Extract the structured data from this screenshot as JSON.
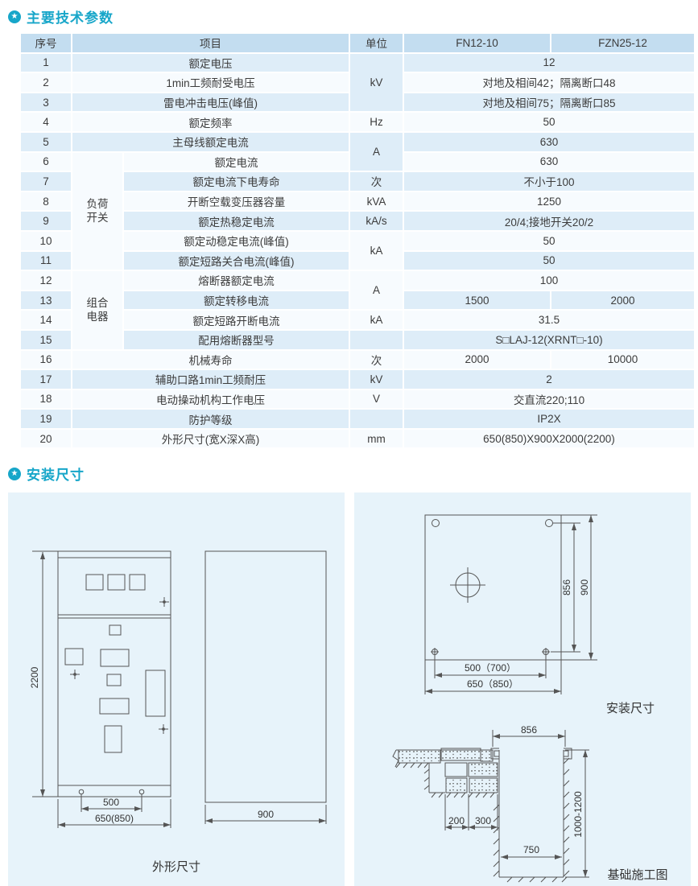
{
  "sections": {
    "params_title": "主要技术参数",
    "install_title": "安装尺寸",
    "badge_glyph": "★"
  },
  "colors": {
    "accent": "#17a6c9",
    "table_header_bg": "#c3ddf0",
    "row_odd_bg": "#deedf8",
    "row_even_bg": "#f7fbfe",
    "panel_bg": "#e7f3fa",
    "drawing_line": "#555555"
  },
  "table": {
    "headers": {
      "no": "序号",
      "item": "项目",
      "unit": "单位",
      "model1": "FN12-10",
      "model2": "FZN25-12"
    },
    "rows": [
      {
        "no": "1",
        "item": "额定电压",
        "unit": "kV",
        "value": "12"
      },
      {
        "no": "2",
        "item": "1min工频耐受电压",
        "value": "对地及相间42；隔离断口48"
      },
      {
        "no": "3",
        "item": "雷电冲击电压(峰值)",
        "value": "对地及相间75；隔离断口85"
      },
      {
        "no": "4",
        "item": "额定频率",
        "unit": "Hz",
        "value": "50"
      },
      {
        "no": "5",
        "item": "主母线额定电流",
        "unit": "A",
        "value": "630"
      },
      {
        "no": "6",
        "group": "负荷\n开关",
        "item": "额定电流",
        "value": "630"
      },
      {
        "no": "7",
        "item": "额定电流下电寿命",
        "unit": "次",
        "value": "不小于100"
      },
      {
        "no": "8",
        "item": "开断空载变压器容量",
        "unit": "kVA",
        "value": "1250"
      },
      {
        "no": "9",
        "item": "额定热稳定电流",
        "unit": "kA/s",
        "value": "20/4;接地开关20/2"
      },
      {
        "no": "10",
        "item": "额定动稳定电流(峰值)",
        "unit": "kA",
        "value": "50"
      },
      {
        "no": "11",
        "item": "额定短路关合电流(峰值)",
        "value": "50"
      },
      {
        "no": "12",
        "group": "组合\n电器",
        "item": "熔断器额定电流",
        "unit": "A",
        "value": "100"
      },
      {
        "no": "13",
        "item": "额定转移电流",
        "value1": "1500",
        "value2": "2000"
      },
      {
        "no": "14",
        "item": "额定短路开断电流",
        "unit": "kA",
        "value": "31.5"
      },
      {
        "no": "15",
        "item": "配用熔断器型号",
        "unit": "",
        "value": "S□LAJ-12(XRNT□-10)"
      },
      {
        "no": "16",
        "item": "机械寿命",
        "unit": "次",
        "value1": "2000",
        "value2": "10000"
      },
      {
        "no": "17",
        "item": "辅助口路1min工频耐压",
        "unit": "kV",
        "value": "2"
      },
      {
        "no": "18",
        "item": "电动操动机构工作电压",
        "unit": "V",
        "value": "交直流220;110"
      },
      {
        "no": "19",
        "item": "防护等级",
        "unit": "",
        "value": "IP2X"
      },
      {
        "no": "20",
        "item": "外形尺寸(宽X深X高)",
        "unit": "mm",
        "value": "650(850)X900X2000(2200)"
      }
    ]
  },
  "drawings": {
    "outline": {
      "height": "2200",
      "holes": "500",
      "width": "650(850)",
      "depth": "900",
      "caption": "外形尺寸"
    },
    "install": {
      "holes_v": "856",
      "height": "900",
      "holes_h": "500（700）",
      "width": "650（850）",
      "caption": "安装尺寸"
    },
    "foundation": {
      "top_width": "856",
      "step1": "200",
      "step2": "300",
      "pit_width": "750",
      "pit_depth": "1000-1200",
      "caption": "基础施工图"
    }
  }
}
